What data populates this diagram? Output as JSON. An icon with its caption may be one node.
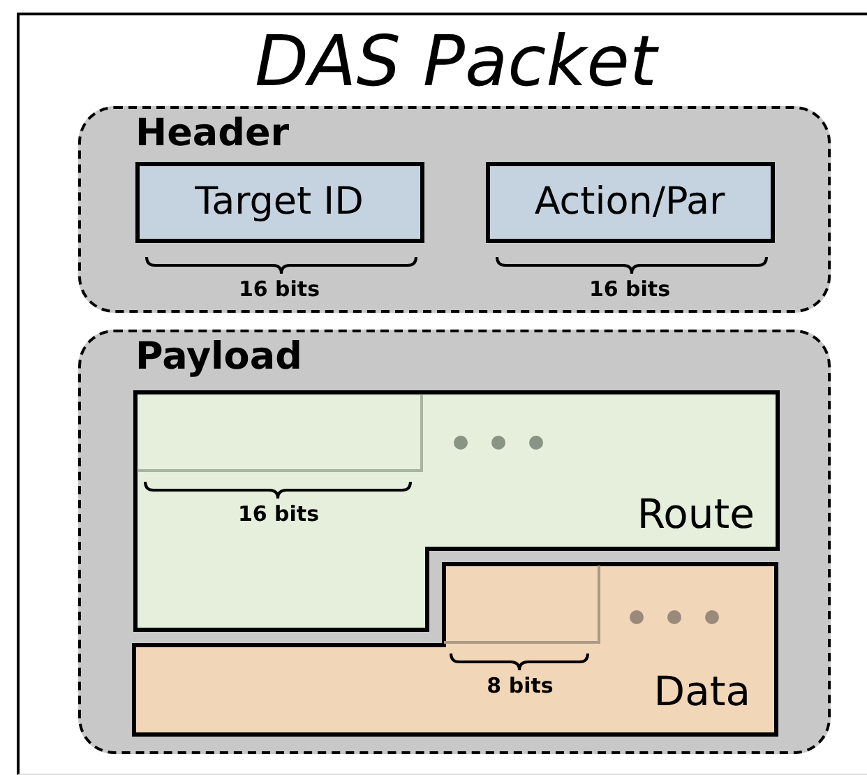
{
  "diagram": {
    "nodes": [
      {
        "text": [
          "DAS Packet"
        ]
      },
      {
        "text": [
          "Header"
        ],
        "in": 0
      },
      {
        "text": [
          "Target ID"
        ],
        "in": 1,
        "beside": [
          "16 bits"
        ]
      },
      {
        "text": [
          "Action/Par"
        ],
        "in": 1,
        "beside": [
          "16 bits"
        ]
      },
      {
        "text": [
          "Payload"
        ],
        "in": 0
      },
      {
        "text": [
          "Route"
        ],
        "in": 4
      },
      {
        "text": [],
        "shape": "box",
        "in": 5,
        "beside": [
          "16 bits"
        ]
      },
      {
        "text": [
          "Data"
        ],
        "in": 4
      },
      {
        "text": [],
        "shape": "box",
        "in": 7,
        "beside": [
          "8 bits"
        ]
      }
    ]
  }
}
